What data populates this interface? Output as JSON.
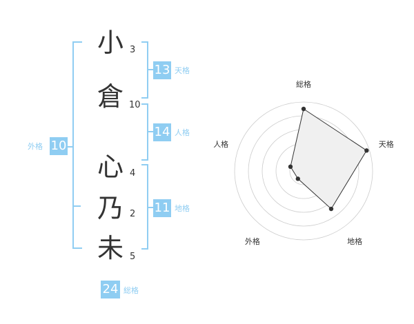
{
  "name": {
    "characters": [
      {
        "char": "小",
        "strokes": "3"
      },
      {
        "char": "倉",
        "strokes": "10"
      },
      {
        "char": "心",
        "strokes": "4"
      },
      {
        "char": "乃",
        "strokes": "2"
      },
      {
        "char": "未",
        "strokes": "5"
      }
    ]
  },
  "fortunes": {
    "tenkaku": {
      "label": "天格",
      "value": "13"
    },
    "jinkaku": {
      "label": "人格",
      "value": "14"
    },
    "chikaku": {
      "label": "地格",
      "value": "11"
    },
    "gaikaku": {
      "label": "外格",
      "value": "10"
    },
    "soukaku": {
      "label": "総格",
      "value": "24"
    }
  },
  "chart_data": {
    "type": "radar",
    "axes": [
      "総格",
      "天格",
      "地格",
      "外格",
      "人格"
    ],
    "values": [
      4.5,
      4.8,
      3.4,
      0.7,
      1.0
    ],
    "range": [
      0,
      5
    ],
    "rings": 5,
    "grid": true,
    "colors": {
      "fill": "#f0f0f0",
      "stroke": "#333333",
      "grid": "#cccccc",
      "accent": "#8fcdf2"
    }
  }
}
